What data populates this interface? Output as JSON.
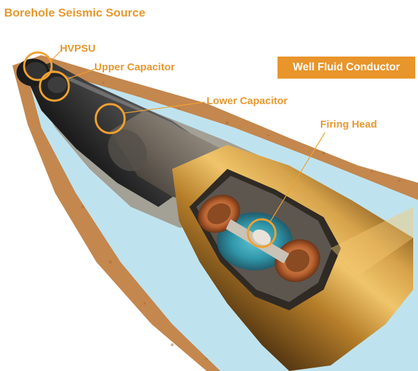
{
  "title": "Borehole Seismic Source",
  "labels": {
    "hvpsu": "HVPSU",
    "upper_capacitor": "Upper Capacitor",
    "lower_capacitor": "Lower Capacitor",
    "firing_head": "Firing Head",
    "well_fluid_conductor": "Well Fluid Conductor"
  },
  "colors": {
    "label_text": "#E8982E",
    "callout_circle": "#F0A030",
    "badge_background": "#E8952B",
    "badge_text": "#FFFFFF",
    "rock": "#C4874E",
    "fluid": "#BFE3EE",
    "tool_body": "#D29A38"
  }
}
